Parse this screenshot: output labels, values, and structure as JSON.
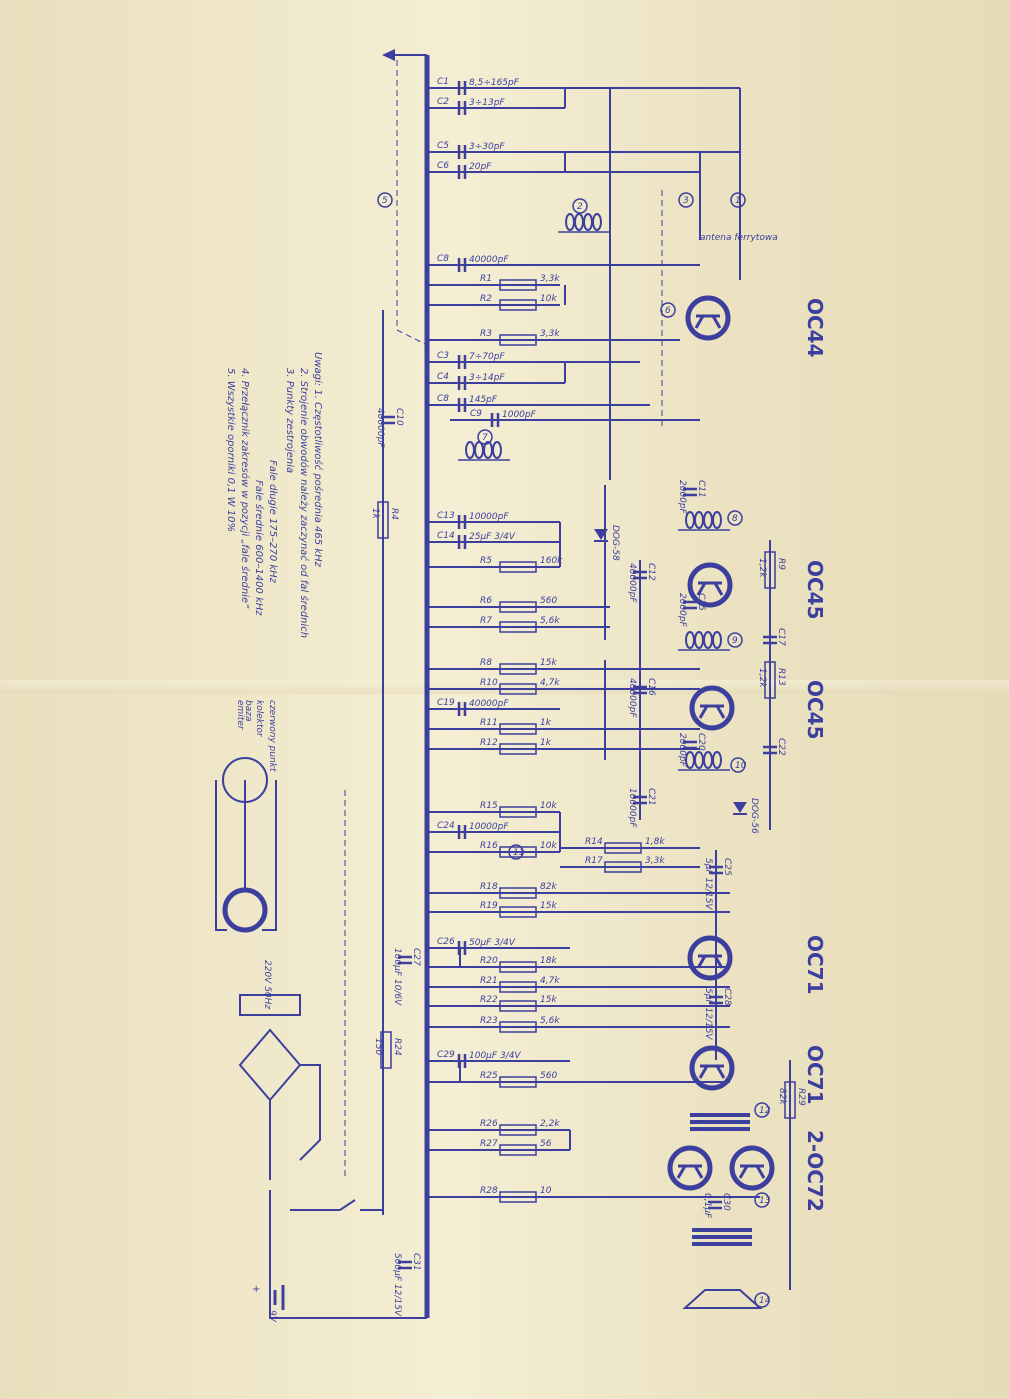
{
  "ink_color": "#3c3f9e",
  "rows": [
    {
      "label": "C1",
      "value": "8,5÷165pF",
      "kind": "cap"
    },
    {
      "label": "C2",
      "value": "3÷13pF",
      "kind": "cap"
    },
    {
      "label": "C5",
      "value": "3÷30pF",
      "kind": "cap"
    },
    {
      "label": "C6",
      "value": "20pF",
      "kind": "cap"
    },
    {
      "label": "C8",
      "value": "40000pF",
      "kind": "cap"
    },
    {
      "label": "R1",
      "value": "3,3k",
      "kind": "res"
    },
    {
      "label": "R2",
      "value": "10k",
      "kind": "res"
    },
    {
      "label": "R3",
      "value": "3,3k",
      "kind": "res"
    },
    {
      "label": "C3",
      "value": "7÷70pF",
      "kind": "cap"
    },
    {
      "label": "C4",
      "value": "3÷14pF",
      "kind": "cap"
    },
    {
      "label": "C8",
      "value": "145pF",
      "kind": "cap"
    },
    {
      "label": "C9",
      "value": "1000pF",
      "kind": "cap"
    },
    {
      "label": "C13",
      "value": "10000pF",
      "kind": "cap"
    },
    {
      "label": "C14",
      "value": "25µF 3/4V",
      "kind": "cap"
    },
    {
      "label": "R5",
      "value": "160k",
      "kind": "res"
    },
    {
      "label": "R6",
      "value": "560",
      "kind": "res"
    },
    {
      "label": "R7",
      "value": "5,6k",
      "kind": "res"
    },
    {
      "label": "R8",
      "value": "15k",
      "kind": "res"
    },
    {
      "label": "R10",
      "value": "4,7k",
      "kind": "res"
    },
    {
      "label": "C19",
      "value": "40000pF",
      "kind": "cap"
    },
    {
      "label": "R11",
      "value": "1k",
      "kind": "res"
    },
    {
      "label": "R12",
      "value": "1k",
      "kind": "res"
    },
    {
      "label": "R15",
      "value": "10k",
      "kind": "res"
    },
    {
      "label": "C24",
      "value": "10000pF",
      "kind": "cap"
    },
    {
      "label": "R16",
      "value": "10k",
      "kind": "res"
    },
    {
      "label": "R14",
      "value": "1,8k",
      "kind": "res"
    },
    {
      "label": "R17",
      "value": "3,3k",
      "kind": "res"
    },
    {
      "label": "R18",
      "value": "82k",
      "kind": "res"
    },
    {
      "label": "R19",
      "value": "15k",
      "kind": "res"
    },
    {
      "label": "C26",
      "value": "50µF 3/4V",
      "kind": "cap"
    },
    {
      "label": "R20",
      "value": "18k",
      "kind": "res"
    },
    {
      "label": "R21",
      "value": "4,7k",
      "kind": "res"
    },
    {
      "label": "R22",
      "value": "15k",
      "kind": "res"
    },
    {
      "label": "R23",
      "value": "5,6k",
      "kind": "res"
    },
    {
      "label": "C29",
      "value": "100µF 3/4V",
      "kind": "cap"
    },
    {
      "label": "R25",
      "value": "560",
      "kind": "res"
    },
    {
      "label": "R26",
      "value": "2,2k",
      "kind": "res"
    },
    {
      "label": "R27",
      "value": "56",
      "kind": "res"
    },
    {
      "label": "R28",
      "value": "10",
      "kind": "res"
    }
  ],
  "vertical_parts": [
    {
      "label": "C10",
      "value": "40000pF"
    },
    {
      "label": "R4",
      "value": "1k"
    },
    {
      "label": "C27",
      "value": "100µF 10/6V"
    },
    {
      "label": "R24",
      "value": "150"
    },
    {
      "label": "C31",
      "value": "500µF 12/15V"
    },
    {
      "label": "C11",
      "value": "2000pF"
    },
    {
      "label": "C12",
      "value": "40000pF"
    },
    {
      "label": "C16",
      "value": "40000pF"
    },
    {
      "label": "C15",
      "value": "2000pF"
    },
    {
      "label": "C17",
      "value": ""
    },
    {
      "label": "C20",
      "value": "2000pF"
    },
    {
      "label": "C21",
      "value": "10000pF"
    },
    {
      "label": "C22",
      "value": ""
    },
    {
      "label": "R9",
      "value": "1,2k"
    },
    {
      "label": "R13",
      "value": "1,2k"
    },
    {
      "label": "C25",
      "value": "5µF 12/15V"
    },
    {
      "label": "C28",
      "value": "5µF 12/15V"
    },
    {
      "label": "C30",
      "value": "0,1µF"
    },
    {
      "label": "R29",
      "value": "82k"
    }
  ],
  "diodes": [
    "DOG-58",
    "DOG-56"
  ],
  "transistors": [
    "OC44",
    "OC45",
    "OC45",
    "OC71",
    "OC71",
    "2-OC72"
  ],
  "circled_numbers": [
    "1",
    "2",
    "3",
    "5",
    "6",
    "7",
    "8",
    "9",
    "10",
    "11",
    "12",
    "13",
    "14"
  ],
  "antenna_label": "antena ferrytowa",
  "notes": [
    "Uwagi: 1. Częstotliwość pośrednia 465 kHz",
    "2. Strojenie obwodów należy zaczynać od fal średnich",
    "3. Punkty zestrojenia",
    "Fale długie 175–270 kHz",
    "Fale średnie 600–1400 kHz",
    "4. Przełącznik zakresów w pozycji „fale średnie”",
    "5. Wszystkie oporniki 0,1 W 10%"
  ],
  "pinout": [
    "emiter",
    "baza",
    "kolektor",
    "czerwony punkt"
  ],
  "power": {
    "mains": "220V 50Hz",
    "battery": "9V",
    "plus": "+"
  }
}
